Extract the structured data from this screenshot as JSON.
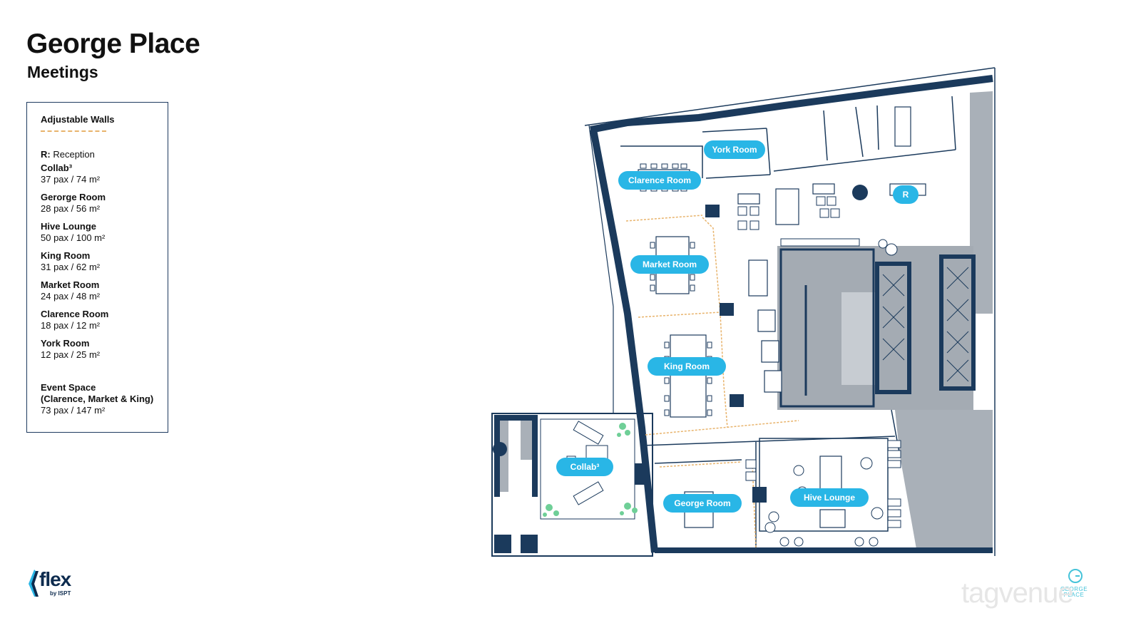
{
  "header": {
    "title": "George Place",
    "subtitle": "Meetings"
  },
  "legend": {
    "title": "Adjustable Walls",
    "reception_key": "R:",
    "reception_text": "Reception",
    "rooms": [
      {
        "name": "Collab³",
        "capacity": "37 pax  /  74 m²"
      },
      {
        "name": "Gerorge Room",
        "capacity": "28 pax  /  56 m²"
      },
      {
        "name": "Hive Lounge",
        "capacity": "50 pax  /  100 m²"
      },
      {
        "name": "King Room",
        "capacity": "31 pax  /  62 m²"
      },
      {
        "name": "Market Room",
        "capacity": "24 pax  /  48 m²"
      },
      {
        "name": "Clarence Room",
        "capacity": "18 pax  /  12 m²"
      },
      {
        "name": "York Room",
        "capacity": "12 pax  /  25 m²"
      }
    ],
    "event": {
      "name": "Event Space",
      "detail": "(Clarence, Market & King)",
      "capacity": "73 pax  /  147 m²"
    }
  },
  "plan_labels": {
    "york": "York Room",
    "clarence": "Clarence Room",
    "reception": "R",
    "market": "Market Room",
    "king": "King Room",
    "collab": "Collab³",
    "george": "George Room",
    "hive": "Hive Lounge"
  },
  "branding": {
    "flex_word": "flex",
    "flex_by": "by ISPT",
    "gp_text": "GEORGE PLACE",
    "watermark": "tagvenue"
  },
  "colors": {
    "navy": "#1b3a5c",
    "label_bg": "#29b6e6",
    "wall_dash": "#e8b36b",
    "grey": "#9aa2ab",
    "green": "#6fcf97"
  }
}
